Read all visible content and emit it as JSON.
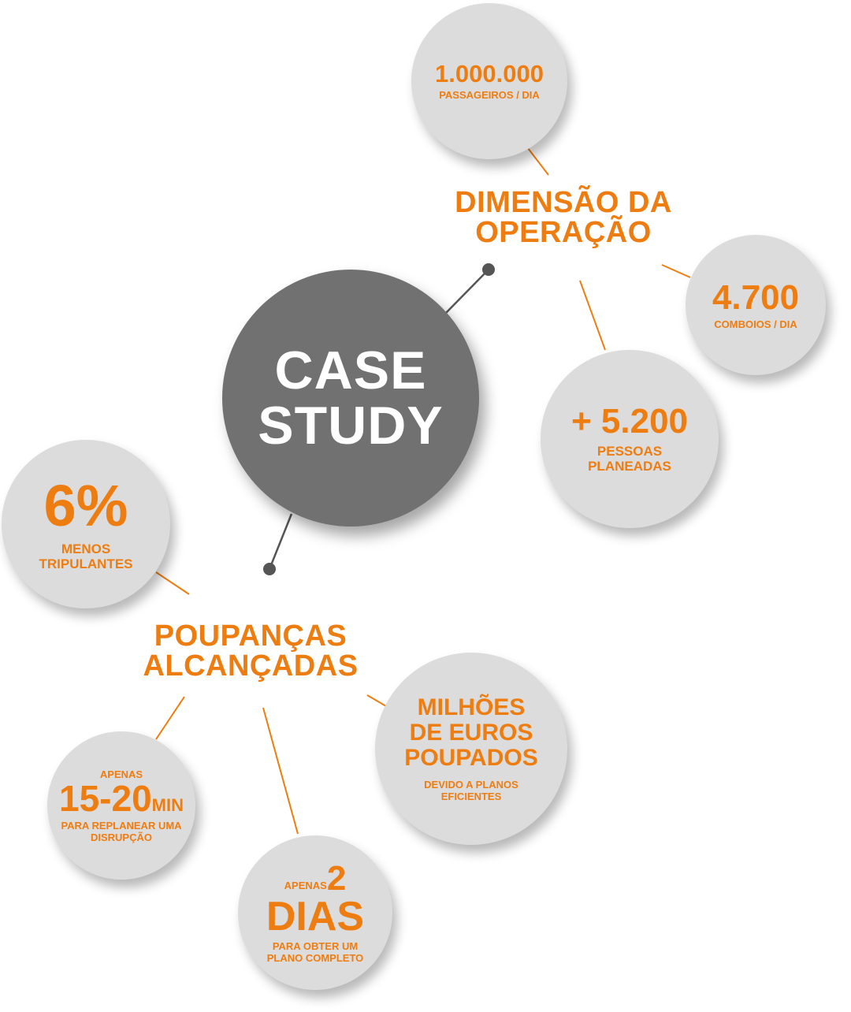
{
  "hub": {
    "line1": "CASE",
    "line2": "STUDY"
  },
  "colors": {
    "accent": "#ee7d11",
    "bubble": "#dcdcdc",
    "hub": "#717171",
    "connector": "#555555"
  },
  "operation": {
    "heading_line1": "DIMENSÃO DA",
    "heading_line2": "OPERAÇÃO",
    "passengers": {
      "value": "1.000.000",
      "label": "PASSAGEIROS / DIA"
    },
    "trains": {
      "value": "4.700",
      "label": "COMBOIOS / DIA"
    },
    "people": {
      "value": "+ 5.200",
      "label_line1": "PESSOAS",
      "label_line2": "PLANEADAS"
    }
  },
  "savings": {
    "heading_line1": "POUPANÇAS",
    "heading_line2": "ALCANÇADAS",
    "crew": {
      "value": "6%",
      "label_line1": "MENOS",
      "label_line2": "TRIPULANTES"
    },
    "replan": {
      "prefix": "APENAS",
      "value": "15-20",
      "unit": "MIN",
      "label_line1": "PARA REPLANEAR UMA",
      "label_line2": "DISRUPÇÃO"
    },
    "days": {
      "prefix": "APENAS",
      "number": "2",
      "value": "DIAS",
      "label_line1": "PARA OBTER UM",
      "label_line2": "PLANO COMPLETO"
    },
    "euros": {
      "line1": "MILHÕES",
      "line2": "DE EUROS",
      "line3": "POUPADOS",
      "label_line1": "DEVIDO A PLANOS",
      "label_line2": "EFICIENTES"
    }
  }
}
